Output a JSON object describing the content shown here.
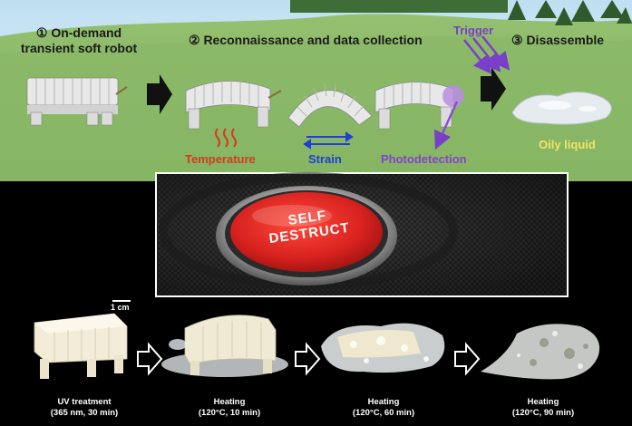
{
  "top": {
    "step1_line1": "① On-demand",
    "step1_line2": "transient soft robot",
    "step2": "② Reconnaissance and data collection",
    "step3": "③ Disassemble",
    "trigger": "Trigger",
    "temperature": "Temperature",
    "strain": "Strain",
    "photodetection": "Photodetection",
    "oily_liquid": "Oily liquid",
    "colors": {
      "sky": "#c8e4f2",
      "grass": "#8cb86a",
      "temperature": "#d63a1e",
      "strain": "#1f3fd8",
      "photo": "#8a3fd0",
      "oily": "#f3e36a"
    }
  },
  "middle": {
    "button_text_line1": "SELF",
    "button_text_line2": "DESTRUCT",
    "button_color": "#d8221f"
  },
  "bottom": {
    "scale_bar": "1 cm",
    "captions": [
      {
        "line1": "UV treatment",
        "line2": "(365 nm, 30 min)"
      },
      {
        "line1": "Heating",
        "line2": "(120°C, 10 min)"
      },
      {
        "line1": "Heating",
        "line2": "(120°C, 60 min)"
      },
      {
        "line1": "Heating",
        "line2": "(120°C, 90 min)"
      }
    ]
  }
}
